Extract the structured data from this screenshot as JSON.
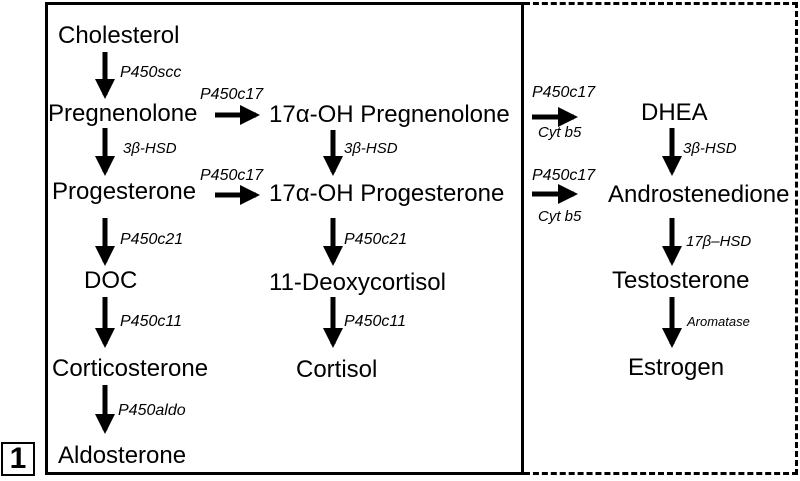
{
  "panel_label": "1",
  "nodes": {
    "cholesterol": "Cholesterol",
    "pregnenolone": "Pregnenolone",
    "progesterone": "Progesterone",
    "doc": "DOC",
    "corticosterone": "Corticosterone",
    "aldosterone": "Aldosterone",
    "oh_pregnenolone": "17α-OH Pregnenolone",
    "oh_progesterone": "17α-OH Progesterone",
    "deoxycortisol": "11-Deoxycortisol",
    "cortisol": "Cortisol",
    "dhea": "DHEA",
    "androstenedione": "Androstenedione",
    "testosterone": "Testosterone",
    "estrogen": "Estrogen"
  },
  "enzymes": {
    "scc": "P450scc",
    "hsd_1": "3β-HSD",
    "c21_1": "P450c21",
    "c11_1": "P450c11",
    "aldo": "P450aldo",
    "c17_1": "P450c17",
    "c17_2": "P450c17",
    "hsd_2": "3β-HSD",
    "c21_2": "P450c21",
    "c11_2": "P450c11",
    "c17_3": "P450c17",
    "cytb5_1": "Cyt b5",
    "c17_4": "P450c17",
    "cytb5_2": "Cyt b5",
    "hsd_3": "3β-HSD",
    "hsd17": "17β–HSD",
    "aromatase": "Aromatase"
  }
}
